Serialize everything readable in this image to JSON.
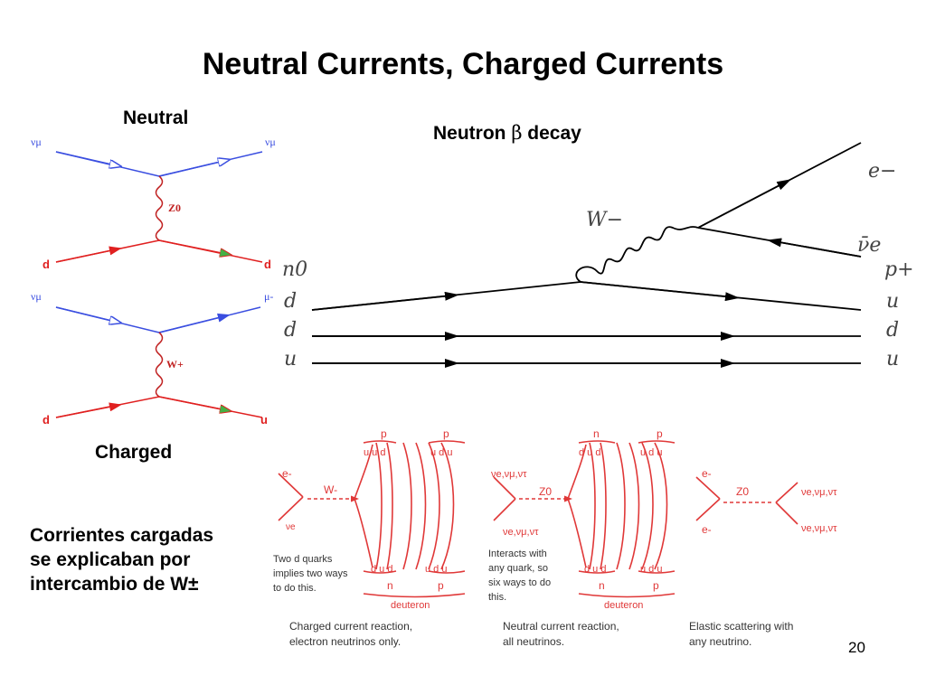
{
  "title": "Neutral Currents, Charged Currents",
  "labels": {
    "neutral": "Neutral",
    "charged": "Charged",
    "neutron_decay_prefix": "Neutron ",
    "neutron_decay_beta": "β",
    "neutron_decay_suffix": " decay"
  },
  "text_block": {
    "line1": "Corrientes cargadas",
    "line2": "se explicaban por",
    "line3": "intercambio de W±"
  },
  "page_number": "20",
  "feynman_left": {
    "neutral": {
      "top_left": "νμ",
      "top_right": "νμ",
      "boson": "Z0",
      "bottom_left": "d",
      "bottom_right": "d"
    },
    "charged": {
      "top_left": "νμ",
      "top_right": "μ-",
      "boson": "W+",
      "bottom_left": "d",
      "bottom_right": "u"
    }
  },
  "beta_decay": {
    "boson": "W−",
    "electron": "e−",
    "antineutrino": "ν̄e",
    "neutron": "n0",
    "proton": "p+",
    "left_quarks": [
      "d",
      "d",
      "u"
    ],
    "right_quarks": [
      "u",
      "d",
      "u"
    ]
  },
  "deuteron_panels": {
    "charged": {
      "boson": "W-",
      "lepton_top": "e-",
      "lepton_bottom": "νe",
      "top_groups": [
        "p",
        "p"
      ],
      "top_quarks": [
        "u u d",
        "u d u"
      ],
      "bottom_quarks": [
        "d u d",
        "u d u"
      ],
      "bottom_groups": [
        "n",
        "p"
      ],
      "nucleus": "deuteron",
      "note": [
        "Two d quarks",
        "implies two ways",
        "to do this."
      ],
      "caption": [
        "Charged current reaction,",
        "electron neutrinos only."
      ]
    },
    "neutral": {
      "boson": "Z0",
      "lepton_top": "νe,νμ,ντ",
      "lepton_bottom": "νe,νμ,ντ",
      "top_groups": [
        "n",
        "p"
      ],
      "top_quarks": [
        "d u d",
        "u d u"
      ],
      "bottom_quarks": [
        "d u d",
        "u d u"
      ],
      "bottom_groups": [
        "n",
        "p"
      ],
      "nucleus": "deuteron",
      "note": [
        "Interacts with",
        "any quark, so",
        "six ways to do",
        "this."
      ],
      "caption": [
        "Neutral current reaction,",
        "all neutrinos."
      ]
    },
    "elastic": {
      "boson": "Z0",
      "lepton_top": "e-",
      "lepton_bottom": "e-",
      "right_top": "νe,νμ,ντ",
      "right_bottom": "νe,νμ,ντ",
      "caption": [
        "Elastic scattering with",
        "any neutrino."
      ]
    }
  },
  "colors": {
    "neutrino_line": "#3a4ee0",
    "quark_line": "#e02020",
    "boson": "#c02020",
    "diagram_red": "#e03838"
  }
}
